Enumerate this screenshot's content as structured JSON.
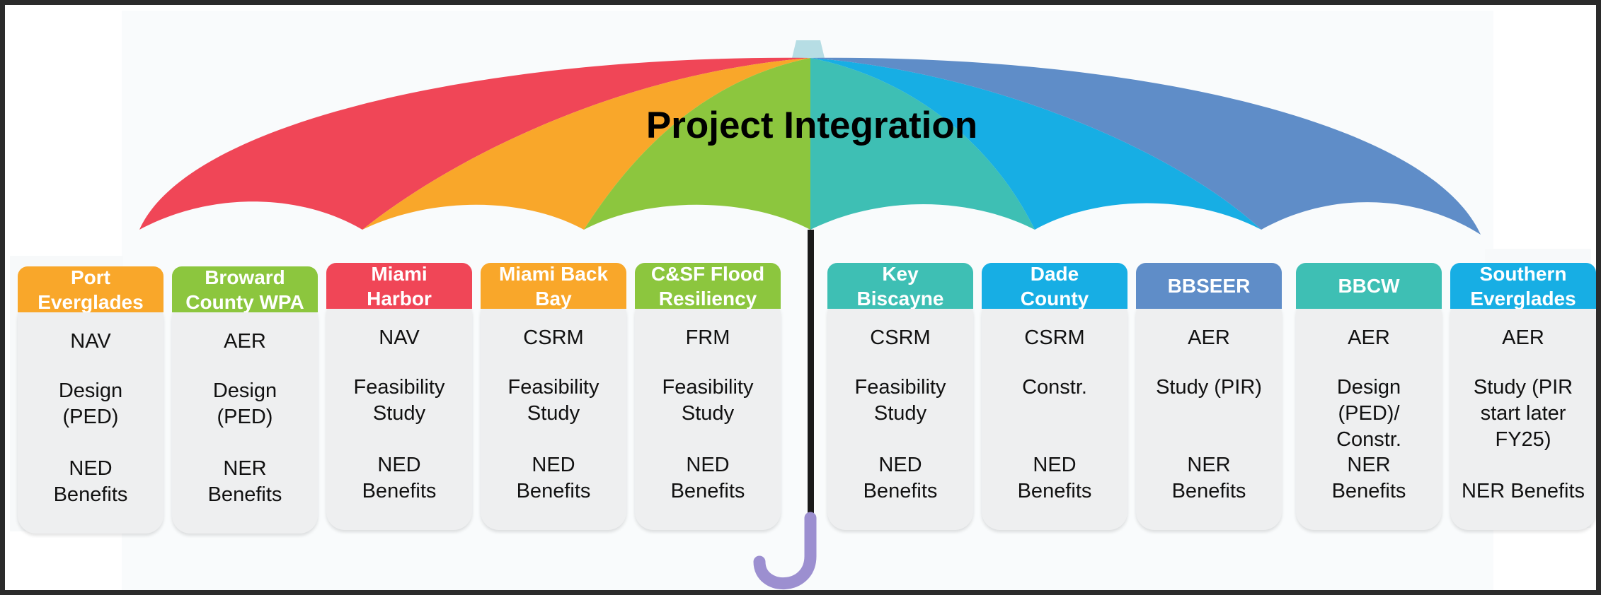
{
  "title": "Project Integration",
  "colors": {
    "red": "#f04657",
    "orange": "#f9a72a",
    "green": "#8cc63e",
    "teal": "#3ebfb4",
    "blue": "#17aee4",
    "slate": "#5f8dc8",
    "handle": "#9c8fd0",
    "tip": "#b6dde4"
  },
  "columns": [
    {
      "name": "Port Everglades",
      "color": "#f9a72a",
      "header": [
        "Port",
        "Everglades"
      ],
      "mission": "NAV",
      "phase": [
        "Design",
        "(PED)"
      ],
      "benefits": [
        "NED",
        "Benefits"
      ]
    },
    {
      "name": "Broward County WPA",
      "color": "#8cc63e",
      "header": [
        "Broward",
        "County WPA"
      ],
      "mission": "AER",
      "phase": [
        "Design",
        "(PED)"
      ],
      "benefits": [
        "NER",
        "Benefits"
      ]
    },
    {
      "name": "Miami Harbor",
      "color": "#f04657",
      "header": [
        "Miami",
        "Harbor"
      ],
      "mission": "NAV",
      "phase": [
        "Feasibility",
        "Study"
      ],
      "benefits": [
        "NED",
        "Benefits"
      ]
    },
    {
      "name": "Miami Back Bay",
      "color": "#f9a72a",
      "header": [
        "Miami Back",
        "Bay"
      ],
      "mission": "CSRM",
      "phase": [
        "Feasibility",
        "Study"
      ],
      "benefits": [
        "NED",
        "Benefits"
      ]
    },
    {
      "name": "C&SF Flood Resiliency",
      "color": "#8cc63e",
      "header": [
        "C&SF Flood",
        "Resiliency"
      ],
      "mission": "FRM",
      "phase": [
        "Feasibility",
        "Study"
      ],
      "benefits": [
        "NED",
        "Benefits"
      ]
    },
    {
      "name": "Key Biscayne",
      "color": "#3ebfb4",
      "header": [
        "Key",
        "Biscayne"
      ],
      "mission": "CSRM",
      "phase": [
        "Feasibility",
        "Study"
      ],
      "benefits": [
        "NED",
        "Benefits"
      ]
    },
    {
      "name": "Dade County",
      "color": "#17aee4",
      "header": [
        "Dade",
        "County"
      ],
      "mission": "CSRM",
      "phase": [
        "Constr."
      ],
      "benefits": [
        "NED",
        "Benefits"
      ]
    },
    {
      "name": "BBSEER",
      "color": "#5f8dc8",
      "header": [
        "BBSEER"
      ],
      "mission": "AER",
      "phase": [
        "Study (PIR)"
      ],
      "benefits": [
        "NER",
        "Benefits"
      ]
    },
    {
      "name": "BBCW",
      "color": "#3ebfb4",
      "header": [
        "BBCW"
      ],
      "mission": "AER",
      "phase": [
        "Design",
        "(PED)/",
        "Constr."
      ],
      "benefits": [
        "NER",
        "Benefits"
      ]
    },
    {
      "name": "Southern Everglades",
      "color": "#17aee4",
      "header": [
        "Southern",
        "Everglades"
      ],
      "mission": "AER",
      "phase": [
        "Study (PIR",
        "start later",
        "FY25)"
      ],
      "benefits": [
        "NER Benefits"
      ]
    }
  ]
}
